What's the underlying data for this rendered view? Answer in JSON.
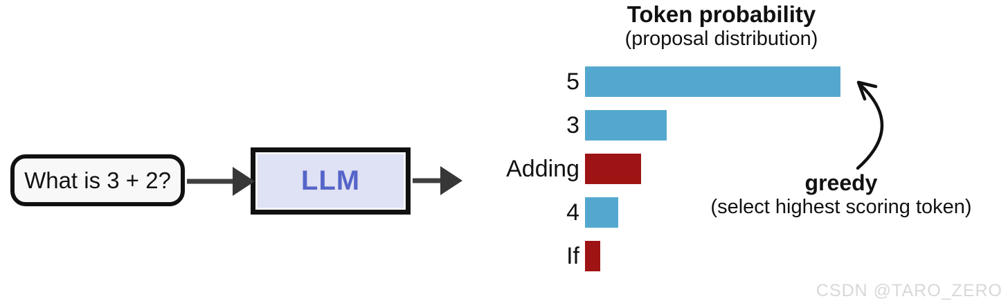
{
  "flow": {
    "prompt": "What is 3 + 2?",
    "llm_label": "LLM"
  },
  "chart_data": {
    "type": "bar",
    "orientation": "horizontal",
    "title": "Token probability",
    "subtitle": "(proposal distribution)",
    "categories": [
      "5",
      "3",
      "Adding",
      "4",
      "If"
    ],
    "values": [
      1.0,
      0.32,
      0.22,
      0.13,
      0.06
    ],
    "value_scale": "relative bar length, max-normalized (no numeric axis shown)",
    "bar_colors": [
      "#54a8cf",
      "#54a8cf",
      "#9e1313",
      "#54a8cf",
      "#9e1313"
    ],
    "axis": "none",
    "grid": "off",
    "legend": "none"
  },
  "annotation": {
    "label": "greedy",
    "subtitle": "(select highest scoring token)"
  },
  "watermark": "CSDN @TARO_ZERO",
  "colors": {
    "prompt_box_fill": "#f8f8f8",
    "llm_box_fill": "#dfe1f4",
    "llm_text": "#5565c8",
    "outline": "#111111",
    "arrow": "#3f3f3f",
    "arrow_head": "#373737"
  }
}
